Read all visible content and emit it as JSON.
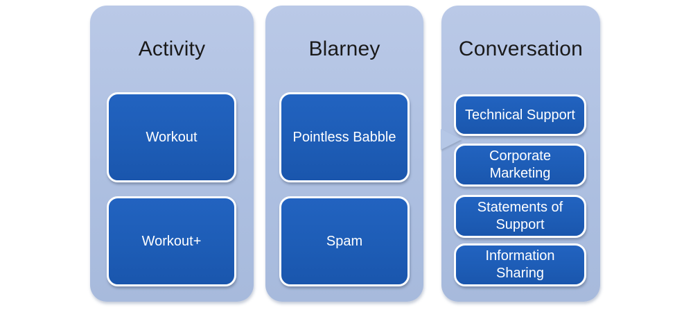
{
  "colors": {
    "canvas_background": "#FFFFFF",
    "column_fill": "#AEC0E1",
    "box_fill": "#1D5CB5",
    "box_border": "#FFFFFF",
    "title_text": "#1A1A1A",
    "box_text": "#FFFFFF",
    "arrow_fill": "#B5C7E6"
  },
  "columns": [
    {
      "title": "Activity",
      "items": [
        {
          "label": "Workout"
        },
        {
          "label": "Workout+"
        }
      ]
    },
    {
      "title": "Blarney",
      "items": [
        {
          "label": "Pointless Babble"
        },
        {
          "label": "Spam"
        }
      ]
    },
    {
      "title": "Conversation",
      "items": [
        {
          "label": "Technical Support"
        },
        {
          "label": "Corporate Marketing"
        },
        {
          "label": "Statements of Support"
        },
        {
          "label": "Information Sharing"
        }
      ]
    }
  ],
  "icons": [
    {
      "name": "right-arrow-icon"
    }
  ]
}
